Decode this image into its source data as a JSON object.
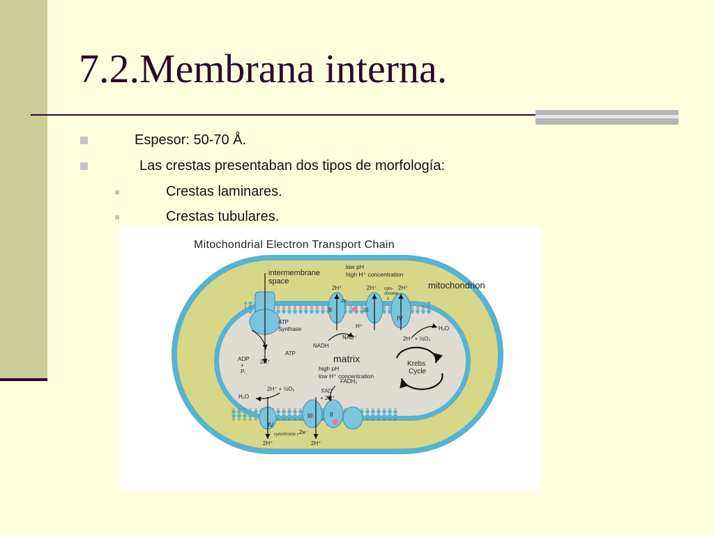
{
  "slide": {
    "title": "7.2.Membrana interna.",
    "bullets": [
      {
        "text": "Espesor: 50-70 Å."
      },
      {
        "text": "Las crestas presentaban dos tipos de morfología:"
      }
    ],
    "sub_bullets": [
      {
        "text": "Crestas laminares."
      },
      {
        "text": "Crestas tubulares."
      }
    ],
    "colors": {
      "background": "#FFFFE0",
      "side_band": "#CCCC99",
      "accent_dark": "#330033",
      "outer_membrane": "#5BB9D3",
      "intermembrane_space": "#D8D88A",
      "matrix": "#DEDBD2",
      "protein": "#7CC3DC"
    }
  },
  "diagram": {
    "title": "Mitochondrial Electron Transport Chain",
    "labels": {
      "intermembrane": "intermembrane",
      "space": "space",
      "mitochondrion": "mitochondrion",
      "low_ph": "low pH",
      "high_h_conc": "high H⁺ concentration",
      "matrix": "matrix",
      "high_ph": "high pH",
      "low_h_conc": "low H⁺ concentration",
      "atp_synthase_1": "ATP",
      "atp_synthase_2": "Synthase",
      "nadh": "NADH",
      "nad": "NAD⁺",
      "h_plus": "H⁺",
      "atp": "ATP",
      "adp": "ADP",
      "plus": "+",
      "pi": "Pᵢ",
      "two_h_top1": "2H⁺",
      "two_h_top2": "2H⁺",
      "two_h_top3": "2H⁺",
      "two_h_matrix_left": "2H⁺",
      "two_h_half_o2_top": "2H⁺ + ½O₂",
      "h2o_top": "H₂O",
      "cytochrome_c_top1": "cyto-",
      "cytochrome_c_top2": "chrome",
      "cytochrome_c_top3": "c",
      "krebs": "Krebs",
      "cycle": "Cycle",
      "two_h_half_o2_bottom": "2H⁺ + ½O₂",
      "h2o_bottom": "H₂O",
      "fad": "FAD",
      "fadh2": "FADH₂",
      "fad_two_h": "+ 2H⁺",
      "two_e": "2e⁻",
      "cytochrome_c_bottom": "cytochrome c",
      "two_h_bottom1": "2H⁺",
      "two_h_bottom2": "2H⁺",
      "complex_ii": "II",
      "complex_iii": "III",
      "complex_iv": "IV",
      "complex_iii_b": "III",
      "complex_iv_b": "IV",
      "complex_ii_b": "II",
      "two_e_top": "2e⁻"
    }
  }
}
